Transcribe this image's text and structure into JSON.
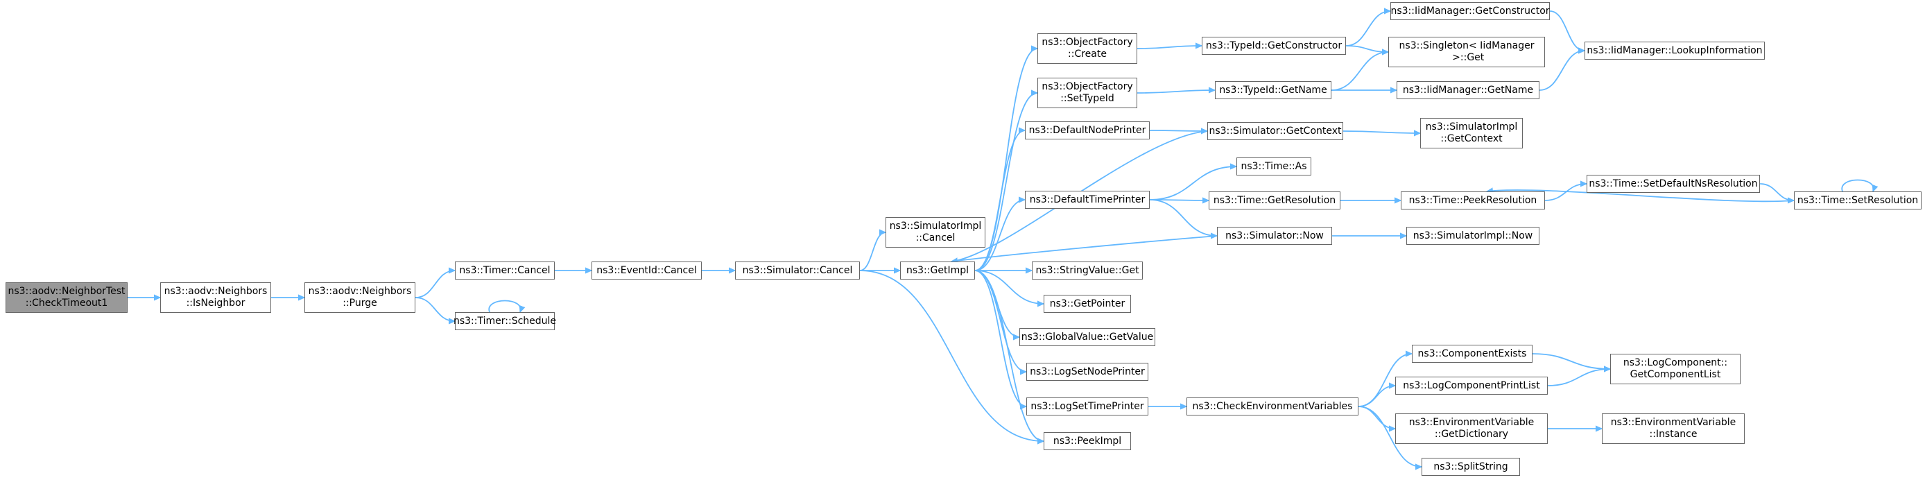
{
  "graph": {
    "colors": {
      "edge": "#63b8ff",
      "node_border": "#666666",
      "root_fill": "#999999",
      "node_fill": "#ffffff"
    },
    "nodes": [
      {
        "id": "check_timeout1",
        "lines": [
          "ns3::aodv::NeighborTest",
          "::CheckTimeout1"
        ],
        "root": true
      },
      {
        "id": "is_neighbor",
        "lines": [
          "ns3::aodv::Neighbors",
          "::IsNeighbor"
        ]
      },
      {
        "id": "purge",
        "lines": [
          "ns3::aodv::Neighbors",
          "::Purge"
        ]
      },
      {
        "id": "timer_cancel",
        "lines": [
          "ns3::Timer::Cancel"
        ]
      },
      {
        "id": "timer_schedule",
        "lines": [
          "ns3::Timer::Schedule"
        ]
      },
      {
        "id": "eventid_cancel",
        "lines": [
          "ns3::EventId::Cancel"
        ]
      },
      {
        "id": "simulator_cancel",
        "lines": [
          "ns3::Simulator::Cancel"
        ]
      },
      {
        "id": "simimpl_cancel",
        "lines": [
          "ns3::SimulatorImpl",
          "::Cancel"
        ]
      },
      {
        "id": "get_impl",
        "lines": [
          "ns3::GetImpl"
        ]
      },
      {
        "id": "of_create",
        "lines": [
          "ns3::ObjectFactory",
          "::Create"
        ]
      },
      {
        "id": "of_settypeid",
        "lines": [
          "ns3::ObjectFactory",
          "::SetTypeId"
        ]
      },
      {
        "id": "default_node_printer",
        "lines": [
          "ns3::DefaultNodePrinter"
        ]
      },
      {
        "id": "default_time_printer",
        "lines": [
          "ns3::DefaultTimePrinter"
        ]
      },
      {
        "id": "stringvalue_get",
        "lines": [
          "ns3::StringValue::Get"
        ]
      },
      {
        "id": "get_pointer",
        "lines": [
          "ns3::GetPointer"
        ]
      },
      {
        "id": "globalvalue_getvalue",
        "lines": [
          "ns3::GlobalValue::GetValue"
        ]
      },
      {
        "id": "log_set_node_printer",
        "lines": [
          "ns3::LogSetNodePrinter"
        ]
      },
      {
        "id": "log_set_time_printer",
        "lines": [
          "ns3::LogSetTimePrinter"
        ]
      },
      {
        "id": "peek_impl",
        "lines": [
          "ns3::PeekImpl"
        ]
      },
      {
        "id": "typeid_getconstructor",
        "lines": [
          "ns3::TypeId::GetConstructor"
        ]
      },
      {
        "id": "typeid_getname",
        "lines": [
          "ns3::TypeId::GetName"
        ]
      },
      {
        "id": "simulator_getcontext",
        "lines": [
          "ns3::Simulator::GetContext"
        ]
      },
      {
        "id": "time_as",
        "lines": [
          "ns3::Time::As"
        ]
      },
      {
        "id": "time_getresolution",
        "lines": [
          "ns3::Time::GetResolution"
        ]
      },
      {
        "id": "simulator_now",
        "lines": [
          "ns3::Simulator::Now"
        ]
      },
      {
        "id": "check_env_vars",
        "lines": [
          "ns3::CheckEnvironmentVariables"
        ]
      },
      {
        "id": "iidm_getconstructor",
        "lines": [
          "ns3::IidManager::GetConstructor"
        ]
      },
      {
        "id": "singleton_get",
        "lines": [
          "ns3::Singleton< IidManager",
          " >::Get"
        ]
      },
      {
        "id": "iidm_getname",
        "lines": [
          "ns3::IidManager::GetName"
        ]
      },
      {
        "id": "simimpl_getcontext",
        "lines": [
          "ns3::SimulatorImpl",
          "::GetContext"
        ]
      },
      {
        "id": "time_peekresolution",
        "lines": [
          "ns3::Time::PeekResolution"
        ]
      },
      {
        "id": "simimpl_now",
        "lines": [
          "ns3::SimulatorImpl::Now"
        ]
      },
      {
        "id": "component_exists",
        "lines": [
          "ns3::ComponentExists"
        ]
      },
      {
        "id": "log_component_print_list",
        "lines": [
          "ns3::LogComponentPrintList"
        ]
      },
      {
        "id": "envvar_getdictionary",
        "lines": [
          "ns3::EnvironmentVariable",
          "::GetDictionary"
        ]
      },
      {
        "id": "split_string",
        "lines": [
          "ns3::SplitString"
        ]
      },
      {
        "id": "iidm_lookupinformation",
        "lines": [
          "ns3::IidManager::LookupInformation"
        ]
      },
      {
        "id": "time_setdefaultnsresolution",
        "lines": [
          "ns3::Time::SetDefaultNsResolution"
        ]
      },
      {
        "id": "time_setresolution",
        "lines": [
          "ns3::Time::SetResolution"
        ]
      },
      {
        "id": "logcomponent_getcomponentlist",
        "lines": [
          "ns3::LogComponent::",
          "GetComponentList"
        ]
      },
      {
        "id": "envvar_instance",
        "lines": [
          "ns3::EnvironmentVariable",
          "::Instance"
        ]
      }
    ],
    "edges": [
      [
        "check_timeout1",
        "is_neighbor"
      ],
      [
        "is_neighbor",
        "purge"
      ],
      [
        "purge",
        "timer_cancel"
      ],
      [
        "purge",
        "timer_schedule"
      ],
      [
        "timer_schedule",
        "timer_schedule"
      ],
      [
        "timer_cancel",
        "eventid_cancel"
      ],
      [
        "eventid_cancel",
        "simulator_cancel"
      ],
      [
        "simulator_cancel",
        "simimpl_cancel"
      ],
      [
        "simulator_cancel",
        "get_impl"
      ],
      [
        "simulator_cancel",
        "peek_impl"
      ],
      [
        "get_impl",
        "of_create"
      ],
      [
        "get_impl",
        "of_settypeid"
      ],
      [
        "get_impl",
        "default_node_printer"
      ],
      [
        "get_impl",
        "default_time_printer"
      ],
      [
        "get_impl",
        "stringvalue_get"
      ],
      [
        "get_impl",
        "get_pointer"
      ],
      [
        "get_impl",
        "globalvalue_getvalue"
      ],
      [
        "get_impl",
        "log_set_node_printer"
      ],
      [
        "get_impl",
        "log_set_time_printer"
      ],
      [
        "get_impl",
        "peek_impl"
      ],
      [
        "of_create",
        "typeid_getconstructor"
      ],
      [
        "of_settypeid",
        "typeid_getname"
      ],
      [
        "default_node_printer",
        "simulator_getcontext"
      ],
      [
        "simulator_getcontext",
        "get_impl"
      ],
      [
        "default_time_printer",
        "time_as"
      ],
      [
        "default_time_printer",
        "time_getresolution"
      ],
      [
        "default_time_printer",
        "simulator_now"
      ],
      [
        "simulator_now",
        "get_impl"
      ],
      [
        "log_set_time_printer",
        "check_env_vars"
      ],
      [
        "typeid_getconstructor",
        "iidm_getconstructor"
      ],
      [
        "typeid_getconstructor",
        "singleton_get"
      ],
      [
        "typeid_getname",
        "singleton_get"
      ],
      [
        "typeid_getname",
        "iidm_getname"
      ],
      [
        "iidm_getconstructor",
        "iidm_lookupinformation"
      ],
      [
        "iidm_getname",
        "iidm_lookupinformation"
      ],
      [
        "simulator_getcontext",
        "simimpl_getcontext"
      ],
      [
        "time_getresolution",
        "time_peekresolution"
      ],
      [
        "simulator_now",
        "simimpl_now"
      ],
      [
        "time_peekresolution",
        "time_setdefaultnsresolution"
      ],
      [
        "time_setdefaultnsresolution",
        "time_setresolution"
      ],
      [
        "time_setresolution",
        "time_setresolution"
      ],
      [
        "time_setresolution",
        "time_peekresolution"
      ],
      [
        "check_env_vars",
        "component_exists"
      ],
      [
        "check_env_vars",
        "log_component_print_list"
      ],
      [
        "check_env_vars",
        "envvar_getdictionary"
      ],
      [
        "check_env_vars",
        "split_string"
      ],
      [
        "component_exists",
        "logcomponent_getcomponentlist"
      ],
      [
        "log_component_print_list",
        "logcomponent_getcomponentlist"
      ],
      [
        "envvar_getdictionary",
        "envvar_instance"
      ]
    ]
  }
}
